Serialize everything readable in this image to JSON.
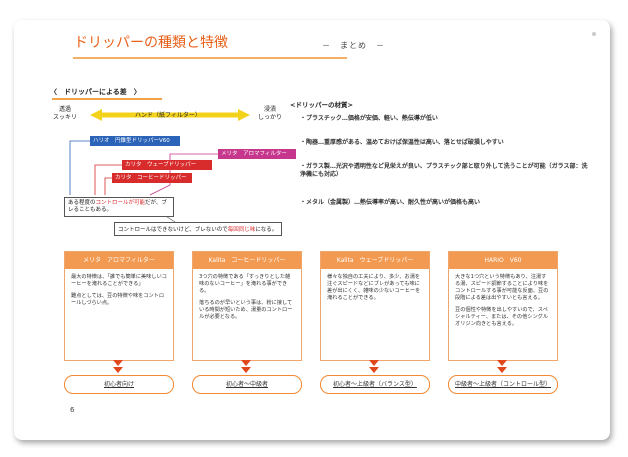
{
  "title": "ドリッパーの種類と特徴",
  "summary": "－　まとめ　－",
  "filter_section": {
    "heading": "〈　ドリッパーによる差　〉",
    "left_label": "透過\nスッキリ",
    "right_label": "浸漬\nしっかり",
    "arrow_label": "ハンド（紙フィルター）",
    "tags": {
      "hario": "ハリオ　円錐型ドリッパーV60",
      "melitta": "メリタ　アロマフィルター",
      "kalita_wave": "カリタ　ウェーブドリッパー",
      "kalita_coffee": "カリタ　コーヒードリッパー"
    },
    "note1_pre": "ある程度の",
    "note1_red": "コントロールが可能",
    "note1_post": "だが、ブレることもある。",
    "note2_pre": "コントロールはできないけど、ブレないので",
    "note2_red": "毎回同じ味",
    "note2_post": "になる。"
  },
  "materials": {
    "heading": "<ドリッパーの材質>",
    "items": [
      "・プラスチック…価格が安価、軽い、熱伝導が低い",
      "・陶器…重厚感がある、温めておけば保温性は高い、落とせば破損しやすい",
      "・ガラス製…光沢や透明性など見栄えが良い、プラスチック部と取り外して洗うことが可能（ガラス部：洗浄機にも対応）",
      "・メタル（金属製）…熱伝導率が高い、耐久性が高いが価格も高い"
    ]
  },
  "cards": [
    {
      "header": "メリタ　アロマフィルター",
      "paragraphs": [
        "最大の特徴は、「誰でも簡単に美味しいコーヒーを淹れることができる」",
        "難点としては、豆の特徴や味をコントロールしづらい点。"
      ],
      "pill": "初心者向け"
    },
    {
      "header": "Kalita　コーヒードリッパー",
      "paragraphs": [
        "3つ穴の特徴である「すっきりとした雑味のないコーヒー」を淹れる事ができる。",
        "落ちるのが早いという事は、粉に接している時間が短いため、湯量のコントロールが必要となる。"
      ],
      "pill": "初心者～中級者"
    },
    {
      "header": "Kalita　ウェーブドリッパー",
      "paragraphs": [
        "様々な独自の工夫により、多少、お湯を注ぐスピードなどにブレがあっても味に差が出にくく、雑味の少ないコーヒーを淹れることができる。"
      ],
      "pill": "初心者～上級者（バランス型）"
    },
    {
      "header": "HARIO　V60",
      "paragraphs": [
        "大きな1つ穴という特徴もあり、注湯する湯、スピード調節することにより味をコントロールする事が可能な反面、豆の段階による差は出やすいとも言える。",
        "豆の個性や特徴を出しやすいので、スペシャルティー、または、その他シングルオリジン向きとも言える。"
      ],
      "pill": "中級者～上級者（コントロール型）"
    }
  ],
  "page_number": "6",
  "colors": {
    "accent_orange": "#e8611a",
    "card_header": "#f39a52",
    "hario_blue": "#2a63b7",
    "melitta_magenta": "#c6368c",
    "kalita_red": "#d82b2b",
    "arrow_yellow": "#f3d21b"
  }
}
